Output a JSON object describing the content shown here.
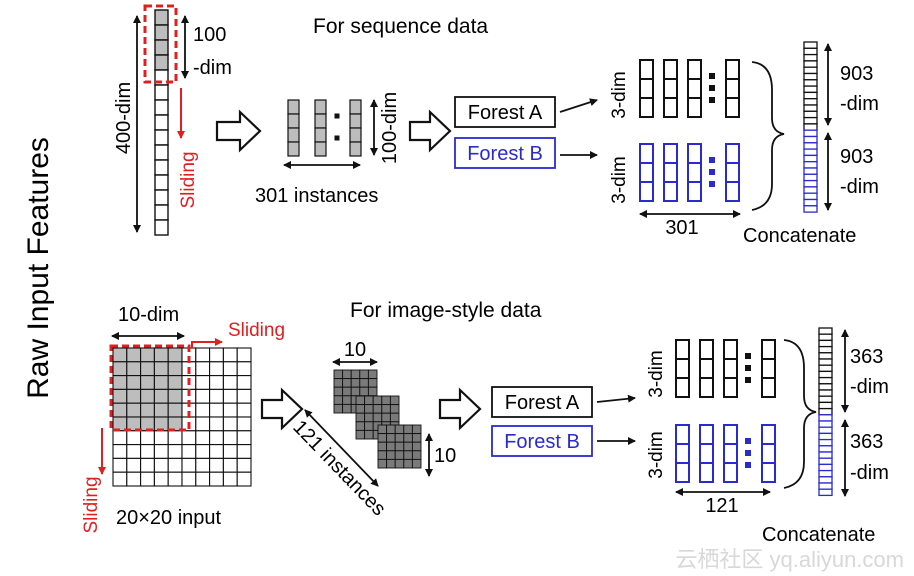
{
  "side_label": "Raw Input Features",
  "sequence": {
    "title": "For sequence data",
    "input_dim": "400-dim",
    "window_dim_line1": "100",
    "window_dim_line2": "-dim",
    "sliding": "Sliding",
    "instances_dim": "100-dim",
    "instances": "301 instances",
    "forest_a": "Forest A",
    "forest_b": "Forest B",
    "class_dim_a": "3-dim",
    "class_dim_b": "3-dim",
    "class_count": "301",
    "out_a_line1": "903",
    "out_a_line2": "-dim",
    "out_b_line1": "903",
    "out_b_line2": "-dim",
    "concat": "Concatenate"
  },
  "image": {
    "title": "For image-style data",
    "window_dim": "10-dim",
    "sliding_right": "Sliding",
    "sliding_down": "Sliding",
    "input": "20×20 input",
    "patch_w": "10",
    "patch_h": "10",
    "instances": "121 instances",
    "forest_a": "Forest A",
    "forest_b": "Forest B",
    "class_dim_a": "3-dim",
    "class_dim_b": "3-dim",
    "class_count": "121",
    "out_a_line1": "363",
    "out_a_line2": "-dim",
    "out_b_line1": "363",
    "out_b_line2": "-dim",
    "concat": "Concatenate"
  },
  "watermark": "云栖社区 yq.aliyun.com",
  "colors": {
    "blue": "#2a2ad0",
    "red": "#e02020",
    "gray": "#bdbdbd",
    "dark_gray": "#7a7a7a"
  }
}
